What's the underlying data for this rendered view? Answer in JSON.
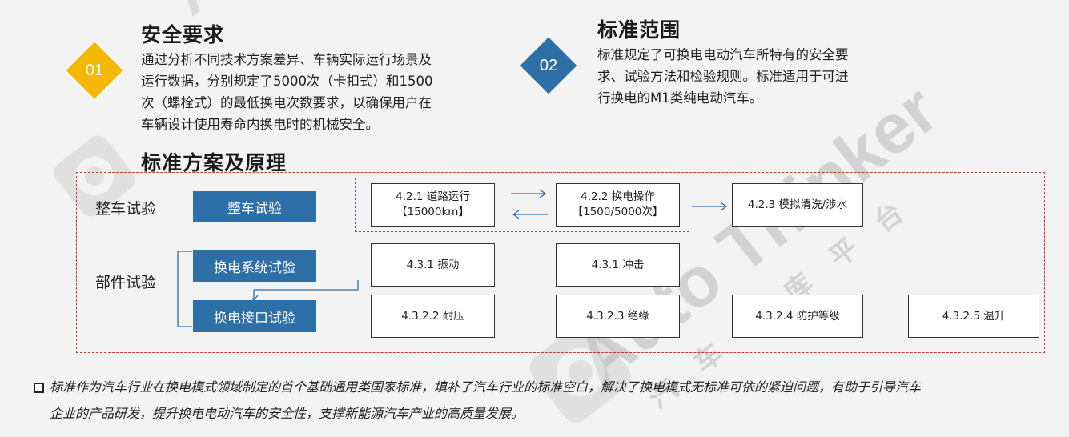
{
  "watermark": {
    "brand": "Auto Thinker",
    "cn": "汽 车 智 库 平 台"
  },
  "colors": {
    "accent_blue": "#2e6fa8",
    "accent_orange": "#f5b800",
    "frame_red": "#c0392b"
  },
  "section1": {
    "number": "01",
    "title": "安全要求",
    "lines": [
      "通过分析不同技术方案差异、车辆实际运行场景及",
      "运行数据，分别规定了5000次（卡扣式）和1500",
      "次（螺栓式）的最低换电次数要求，以确保用户在",
      "车辆设计使用寿命内换电时的机械安全。"
    ]
  },
  "section2": {
    "number": "02",
    "title": "标准范围",
    "lines": [
      "标准规定了可换电电动汽车所特有的安全要",
      "求、试验方法和检验规则。标准适用于可进",
      "行换电的M1类纯电动汽车。"
    ]
  },
  "section3": {
    "title": "标准方案及原理"
  },
  "diagram": {
    "row1_label": "整车试验",
    "row2_label": "部件试验",
    "btn_vehicle": "整车试验",
    "btn_system": "换电系统试验",
    "btn_interface": "换电接口试验",
    "box_421": {
      "line1": "4.2.1 道路运行",
      "line2": "【15000km】"
    },
    "box_422": {
      "line1": "4.2.2 换电操作",
      "line2": "【1500/5000次】"
    },
    "box_423": "4.2.3 模拟清洗/涉水",
    "box_431a": "4.3.1 振动",
    "box_431b": "4.3.1 冲击",
    "box_4322": "4.3.2.2 耐压",
    "box_4323": "4.3.2.3 绝缘",
    "box_4324": "4.3.2.4 防护等级",
    "box_4325": "4.3.2.5 温升"
  },
  "footer": {
    "line1": "标准作为汽车行业在换电模式领域制定的首个基础通用类国家标准，填补了汽车行业的标准空白，解决了换电模式无标准可依的紧迫问题，有助于引导汽车",
    "line2": "企业的产品研发，提升换电电动汽车的安全性，支撑新能源汽车产业的高质量发展。"
  }
}
